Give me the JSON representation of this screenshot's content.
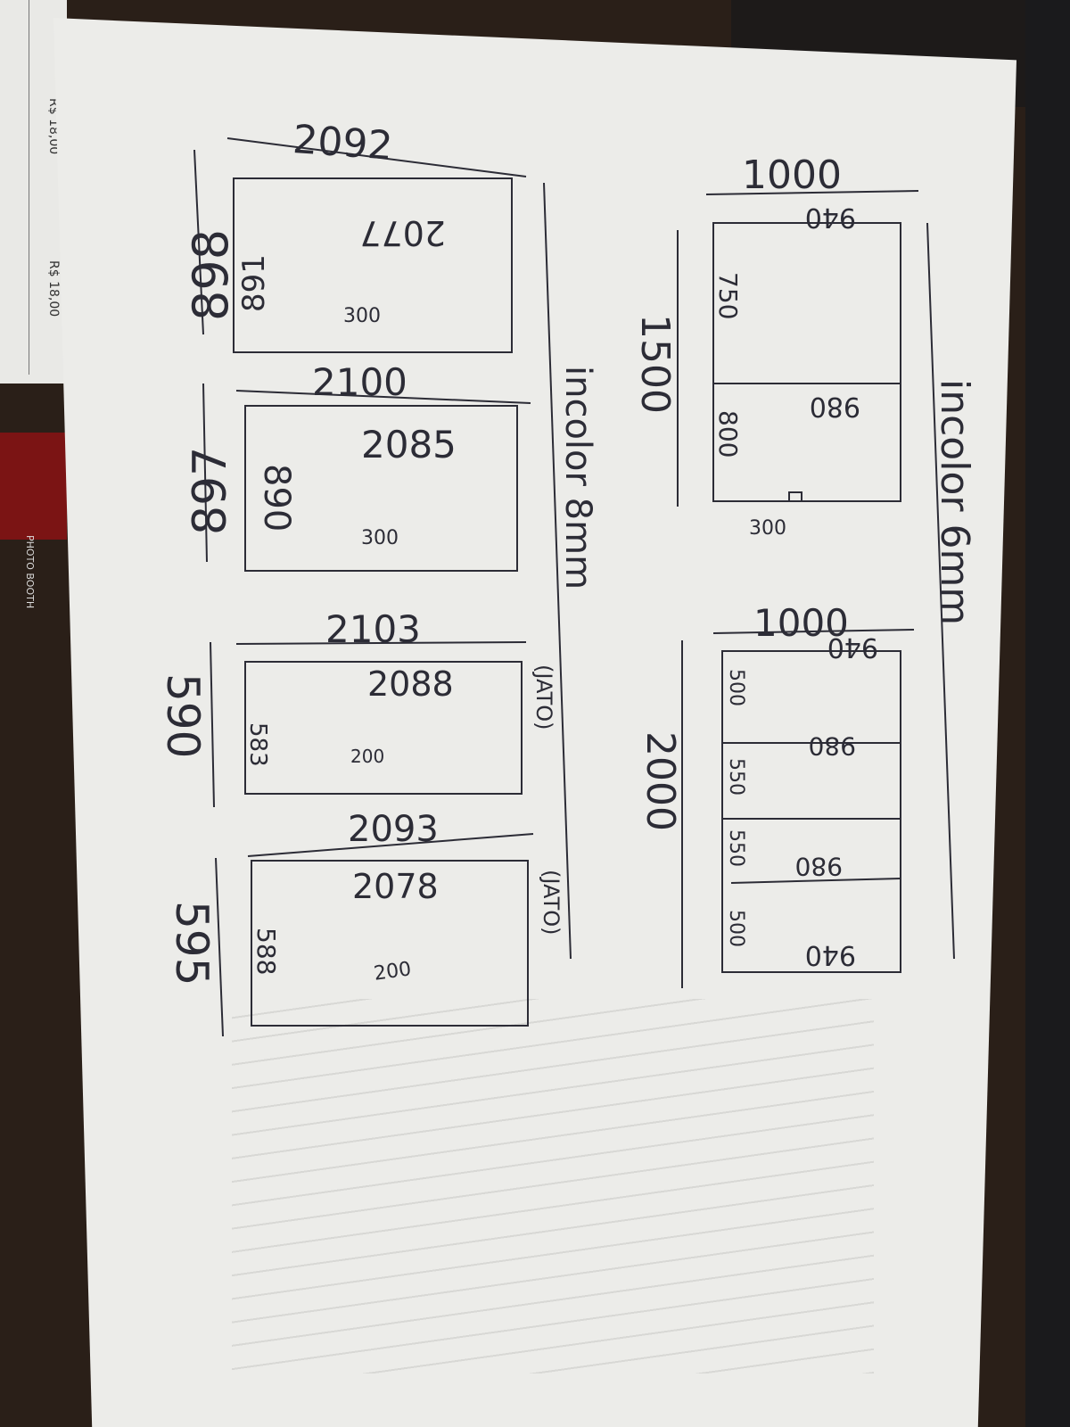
{
  "stub": {
    "prices": [
      "R$ 18,00",
      "R$ 18,00"
    ]
  },
  "booth": {
    "label": "PHOTO BOOTH"
  },
  "sections": [
    {
      "heading": "incolor 6mm",
      "panels": [
        {
          "width": "1000",
          "height": "1500",
          "cells": [
            "940",
            "980"
          ],
          "sides": [
            "750",
            "800"
          ],
          "mark": "300"
        },
        {
          "width": "1000",
          "height": "2000",
          "cells": [
            "940",
            "980",
            "980",
            "940"
          ],
          "sides": [
            "500",
            "550",
            "550",
            "500"
          ]
        }
      ]
    },
    {
      "heading": "incolor 8mm",
      "panels": [
        {
          "width": "2092",
          "height": "898",
          "inner_width": "2077",
          "inner_height": "891",
          "mark": "300"
        },
        {
          "width": "2100",
          "height": "897",
          "inner_width": "2085",
          "inner_height": "890",
          "mark": "300"
        },
        {
          "width": "2103",
          "height": "590",
          "inner_width": "2088",
          "inner_height": "583",
          "mark": "200",
          "note": "(JATO)"
        },
        {
          "width": "2093",
          "height": "595",
          "inner_width": "2078",
          "inner_height": "588",
          "mark": "200",
          "note": "(JATO)"
        }
      ]
    }
  ]
}
